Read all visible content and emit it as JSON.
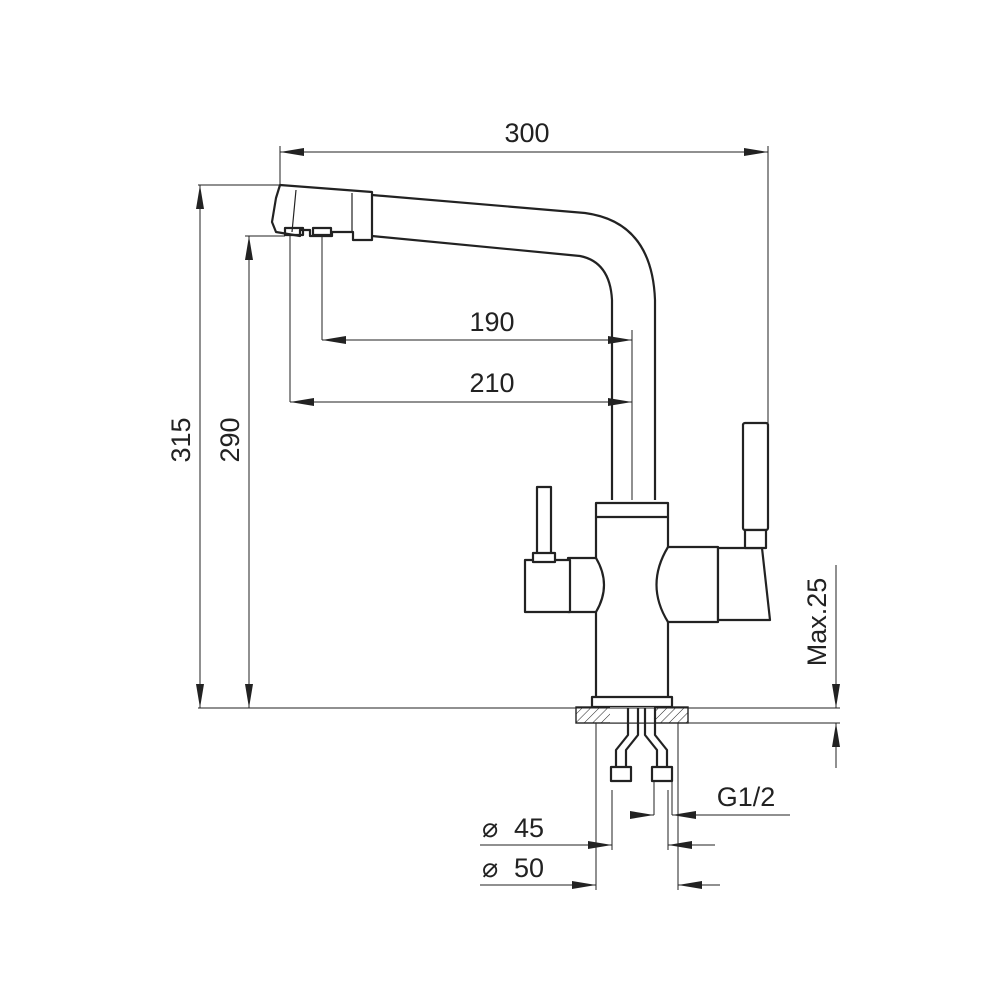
{
  "drawing": {
    "dimensions": {
      "width_total": "300",
      "reach_outer": "190",
      "reach_inner": "210",
      "height_total": "315",
      "height_outlet": "290",
      "max_counter_thickness": "Max.25",
      "thread": "G1/2",
      "diameter_inner": "45",
      "diameter_outer": "50"
    },
    "symbols": {
      "diameter": "⌀"
    }
  }
}
